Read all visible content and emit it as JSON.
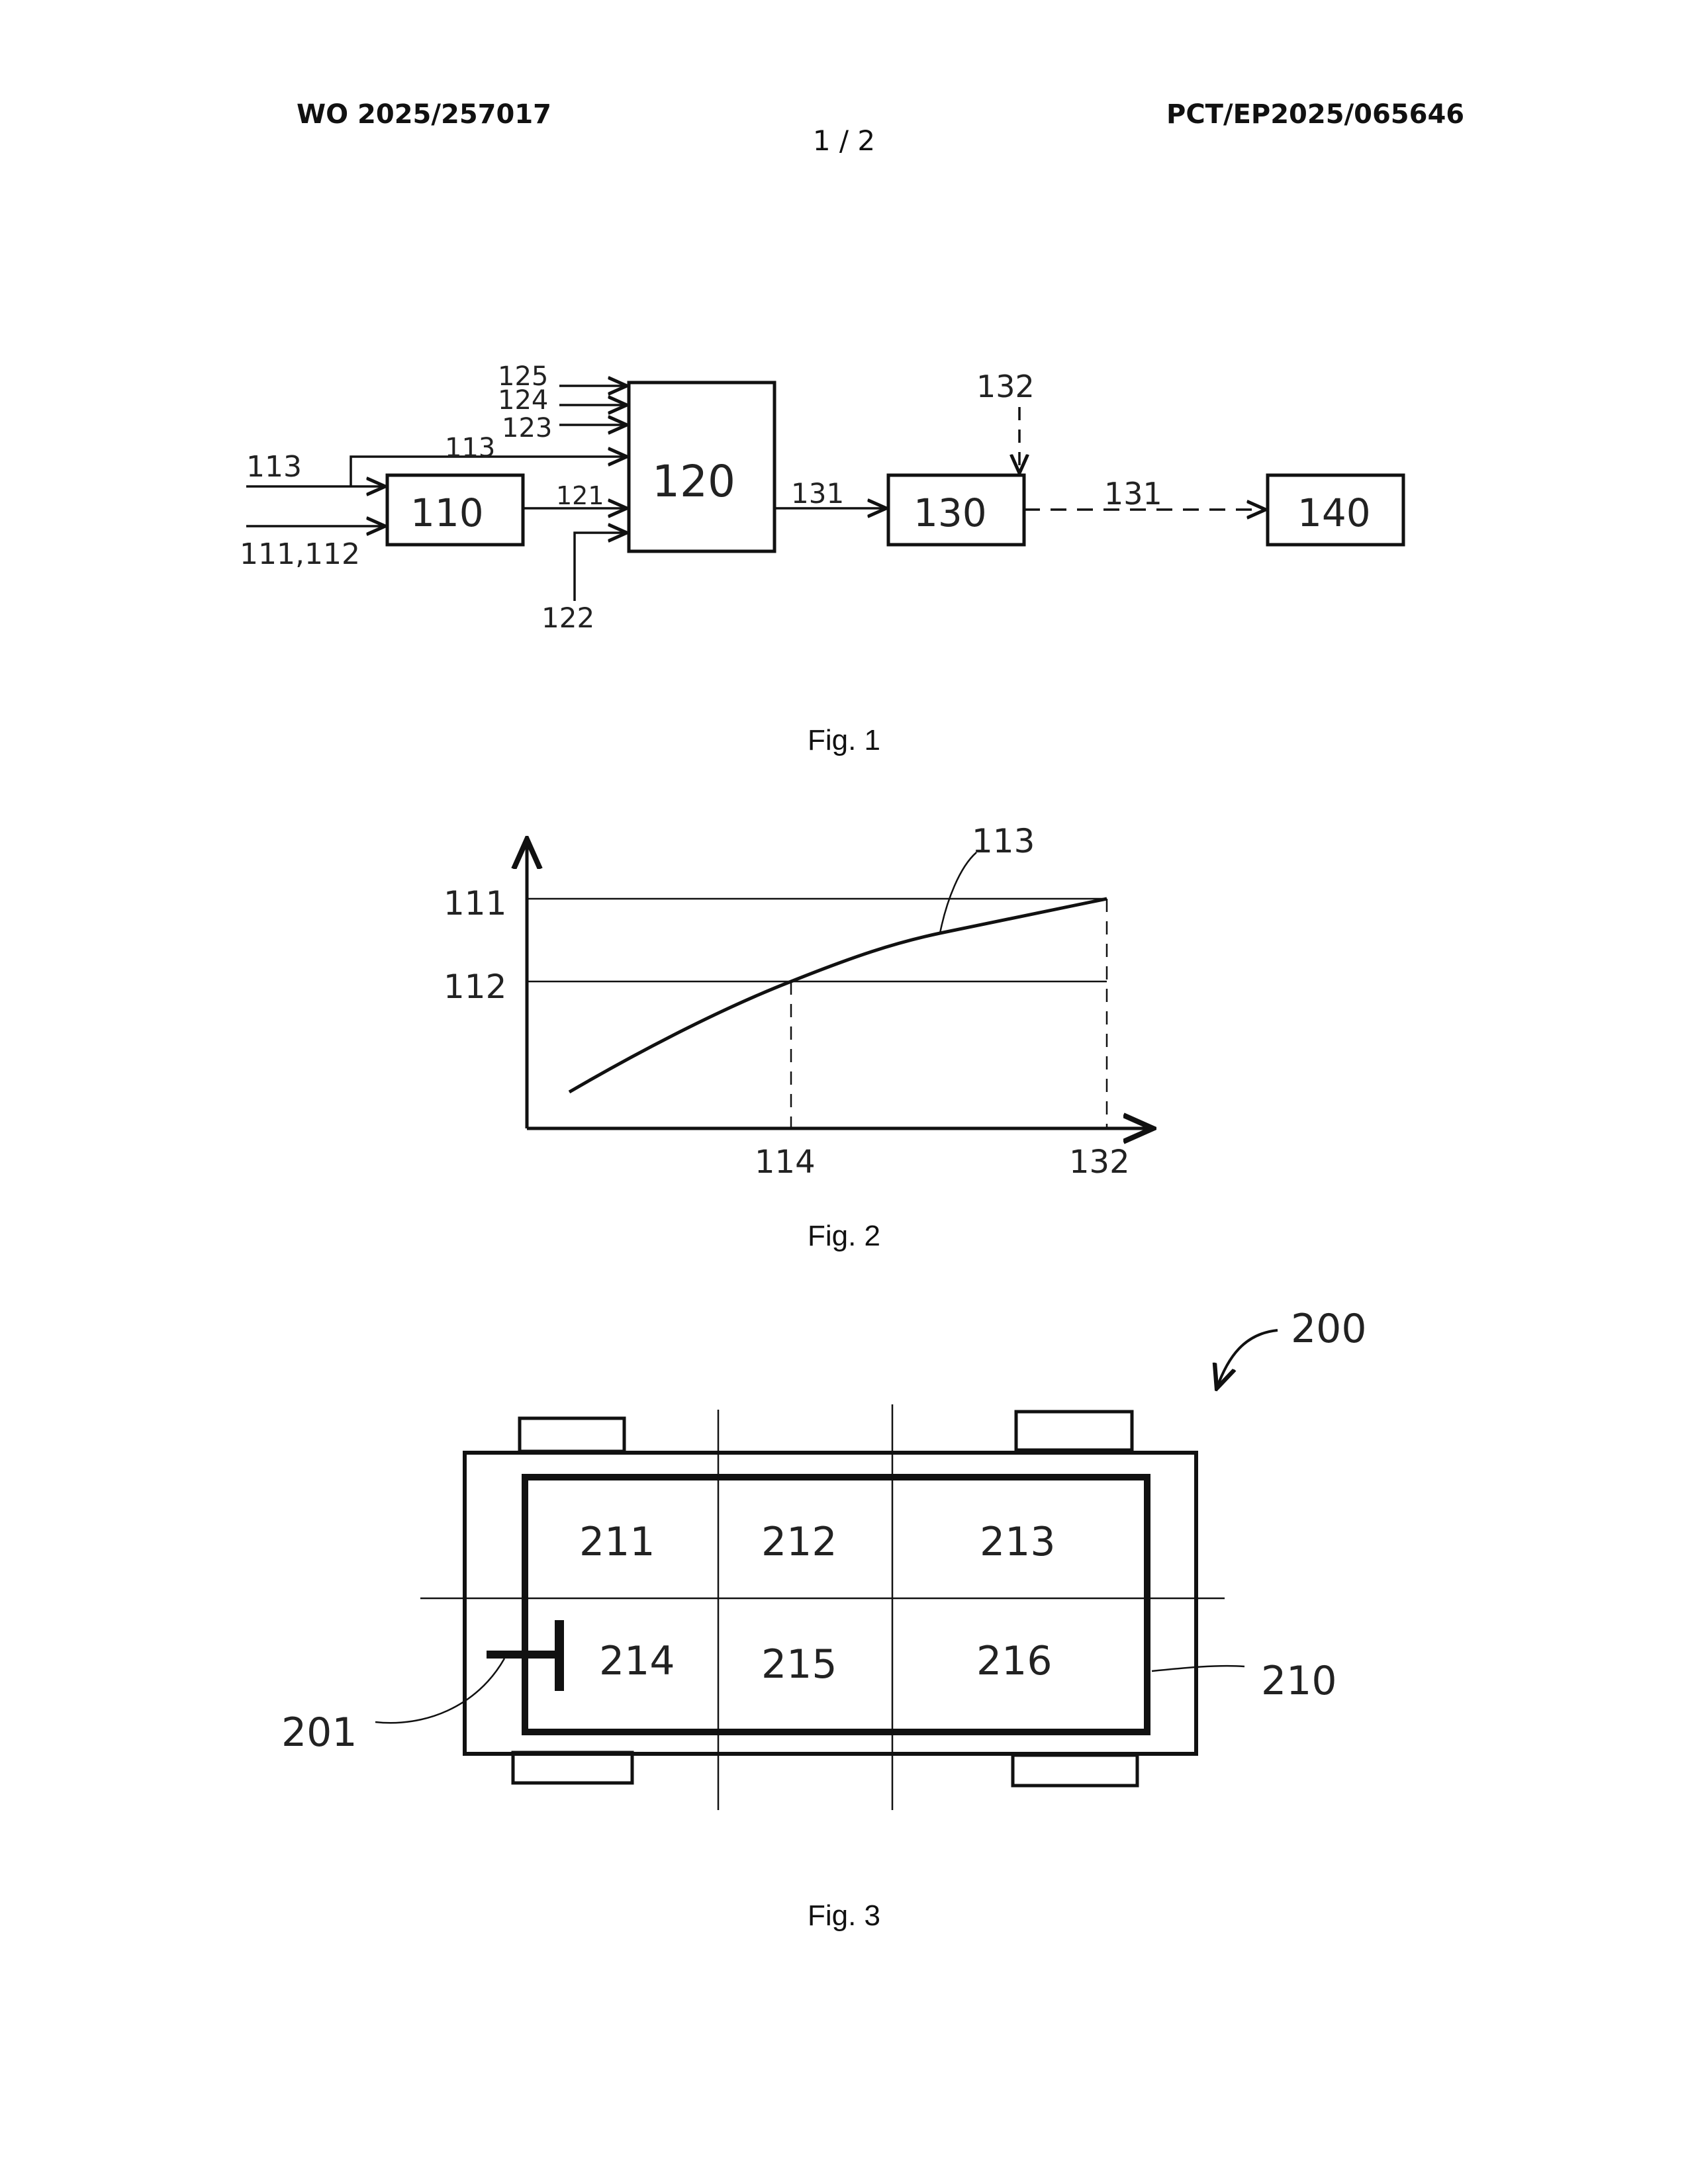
{
  "header": {
    "pub_number": "WO 2025/257017",
    "app_number": "PCT/EP2025/065646",
    "sheet": "1 / 2"
  },
  "fig1": {
    "caption": "Fig. 1",
    "boxes": {
      "b110": "110",
      "b120": "120",
      "b130": "130",
      "b140": "140"
    },
    "labels": {
      "l113_in": "113",
      "l111_112": "111,112",
      "l125": "125",
      "l124": "124",
      "l123": "123",
      "l113_top": "113",
      "l121": "121",
      "l122": "122",
      "l131_a": "131",
      "l132": "132",
      "l131_b": "131"
    }
  },
  "fig2": {
    "caption": "Fig. 2",
    "labels": {
      "y111": "111",
      "y112": "112",
      "curve": "113",
      "x114": "114",
      "x132": "132"
    }
  },
  "fig3": {
    "caption": "Fig. 3",
    "labels": {
      "vehicle": "200",
      "cabin": "210",
      "seat": "201"
    },
    "zones": [
      "211",
      "212",
      "213",
      "214",
      "215",
      "216"
    ]
  }
}
